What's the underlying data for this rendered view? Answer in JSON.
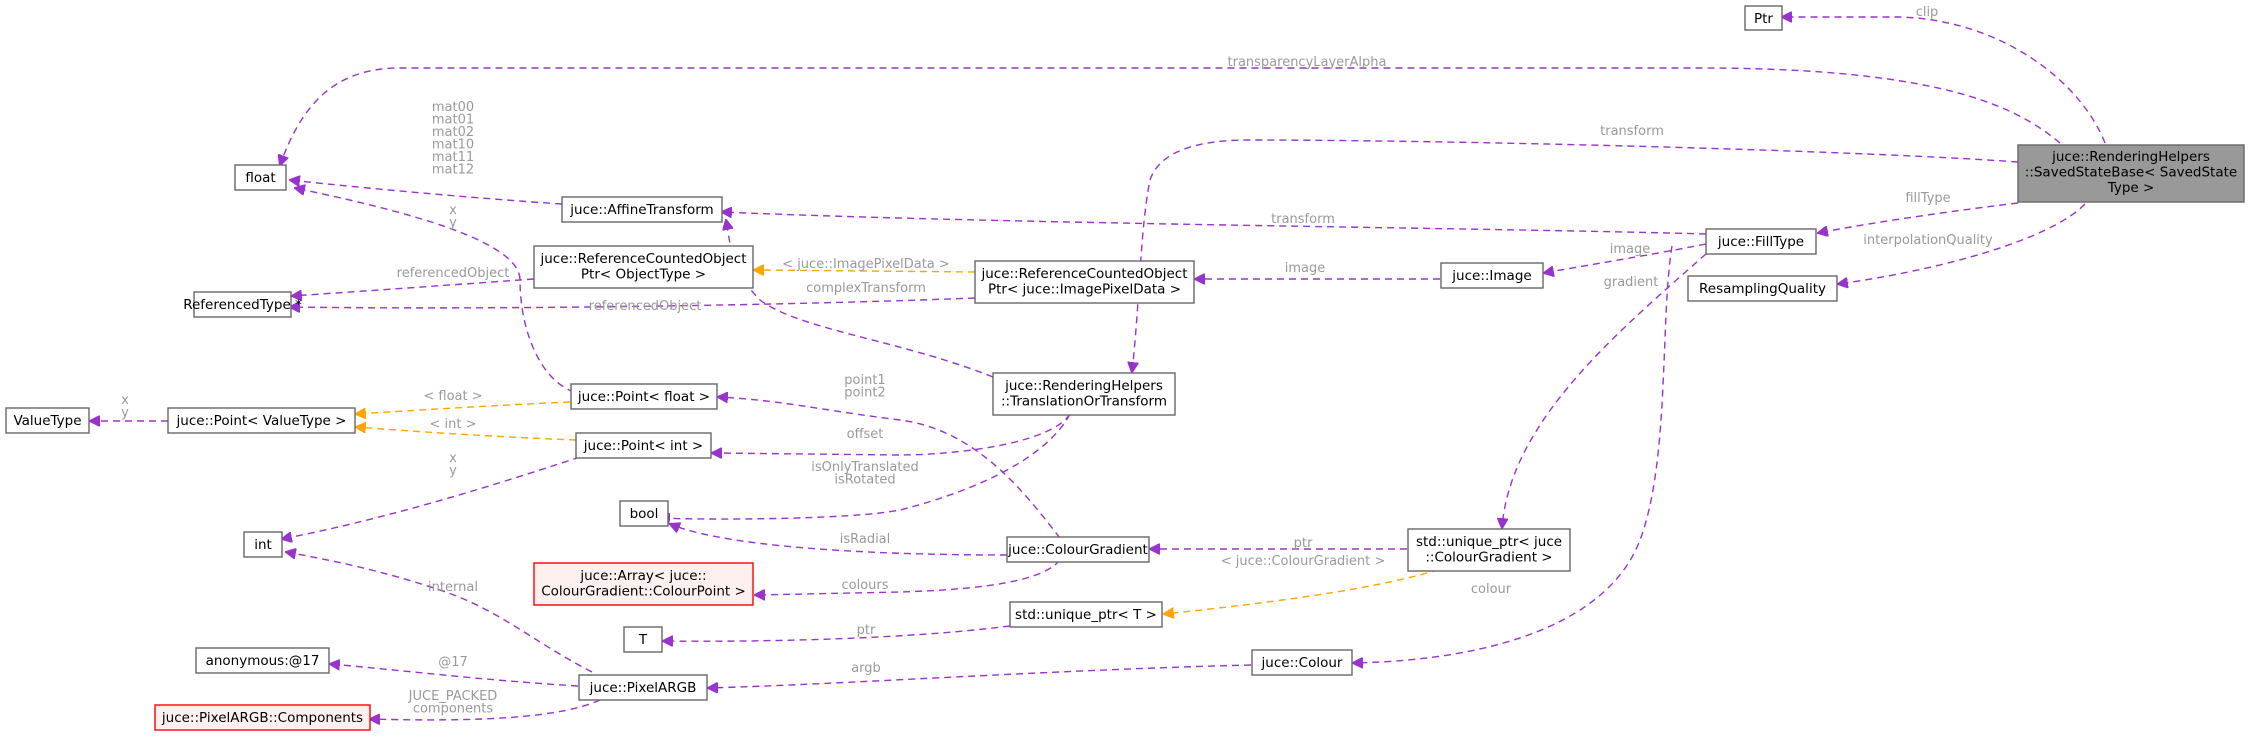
{
  "nodes": {
    "ptr": [
      "Ptr"
    ],
    "float": [
      "float"
    ],
    "saved_state": [
      "juce::RenderingHelpers",
      "::SavedStateBase< SavedState",
      "Type >"
    ],
    "affine": [
      "juce::AffineTransform"
    ],
    "filltype": [
      "juce::FillType"
    ],
    "rco_object": [
      "juce::ReferenceCountedObject",
      "Ptr< ObjectType >"
    ],
    "rco_image": [
      "juce::ReferenceCountedObject",
      "Ptr< juce::ImagePixelData >"
    ],
    "image": [
      "juce::Image"
    ],
    "resampling": [
      "ResamplingQuality"
    ],
    "refType": [
      "ReferencedType *"
    ],
    "valuetype": [
      "ValueType"
    ],
    "point_vt": [
      "juce::Point< ValueType >"
    ],
    "point_float": [
      "juce::Point< float >"
    ],
    "point_int": [
      "juce::Point< int >"
    ],
    "translation": [
      "juce::RenderingHelpers",
      "::TranslationOrTransform"
    ],
    "bool": [
      "bool"
    ],
    "int": [
      "int"
    ],
    "colourgradient": [
      "juce::ColourGradient"
    ],
    "unique_cg": [
      "std::unique_ptr< juce",
      "::ColourGradient >"
    ],
    "array_cp": [
      "juce::Array< juce::",
      "ColourGradient::ColourPoint >"
    ],
    "t": [
      "T"
    ],
    "unique_t": [
      "std::unique_ptr< T >"
    ],
    "anonymous": [
      "anonymous:@17"
    ],
    "colour": [
      "juce::Colour"
    ],
    "pixelargb": [
      "juce::PixelARGB"
    ],
    "components": [
      "juce::PixelARGB::Components"
    ]
  },
  "edge_labels": {
    "clip": [
      "clip"
    ],
    "transparency": [
      "transparencyLayerAlpha"
    ],
    "transform_top": [
      "transform"
    ],
    "mat": [
      "mat00",
      "mat01",
      "mat02",
      "mat10",
      "mat11",
      "mat12"
    ],
    "filltype": [
      "fillType"
    ],
    "transform_mid": [
      "transform"
    ],
    "interpolation": [
      "interpolationQuality"
    ],
    "xy_float": [
      "x",
      "y"
    ],
    "image_img": [
      "image"
    ],
    "image_ft": [
      "image"
    ],
    "refobj1": [
      "referencedObject"
    ],
    "imgpixel": [
      "< juce::ImagePixelData >"
    ],
    "gradient": [
      "gradient"
    ],
    "complex": [
      "complexTransform"
    ],
    "refobj2": [
      "referencedObject"
    ],
    "xy_vt": [
      "x",
      "y"
    ],
    "lt_float": [
      "< float >"
    ],
    "points": [
      "point1",
      "point2"
    ],
    "lt_int": [
      "< int >"
    ],
    "offset": [
      "offset"
    ],
    "xy_int": [
      "x",
      "y"
    ],
    "onlytrans": [
      "isOnlyTranslated",
      "isRotated"
    ],
    "isradial": [
      "isRadial"
    ],
    "ptr_cg": [
      "ptr"
    ],
    "lt_cg": [
      "< juce::ColourGradient >"
    ],
    "internal": [
      "internal"
    ],
    "colours": [
      "colours"
    ],
    "colour": [
      "colour"
    ],
    "ptr_t": [
      "ptr"
    ],
    "at17": [
      "@17"
    ],
    "argb": [
      "argb"
    ],
    "juce_packed": [
      "JUCE_PACKED",
      "components"
    ]
  }
}
